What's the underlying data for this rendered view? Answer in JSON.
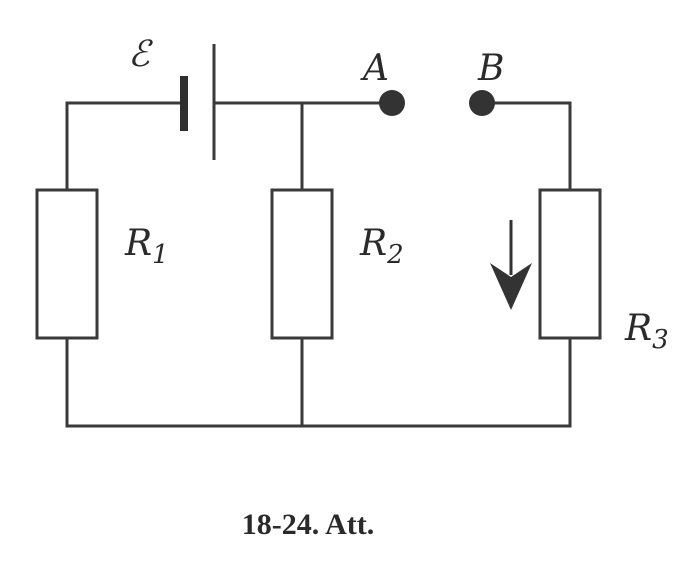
{
  "diagram": {
    "emf_label": "ℰ",
    "terminal_a": "A",
    "terminal_b": "B",
    "resistors": [
      {
        "main": "R",
        "sub": "1"
      },
      {
        "main": "R",
        "sub": "2"
      },
      {
        "main": "R",
        "sub": "3"
      }
    ],
    "caption": "18-24. Att."
  },
  "colors": {
    "ink": "#3a3a3a",
    "background": "#ffffff"
  }
}
